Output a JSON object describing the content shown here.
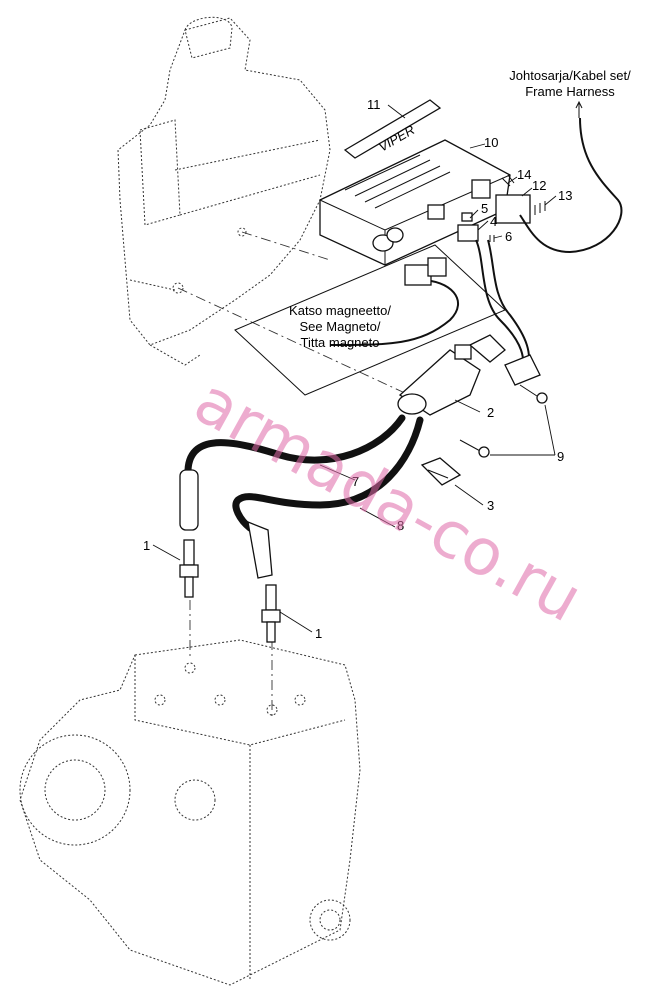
{
  "diagram": {
    "callouts": [
      {
        "id": "c1a",
        "text": "1"
      },
      {
        "id": "c1b",
        "text": "1"
      },
      {
        "id": "c2",
        "text": "2"
      },
      {
        "id": "c3",
        "text": "3"
      },
      {
        "id": "c4",
        "text": "4"
      },
      {
        "id": "c5",
        "text": "5"
      },
      {
        "id": "c6",
        "text": "6"
      },
      {
        "id": "c7",
        "text": "7"
      },
      {
        "id": "c8",
        "text": "8"
      },
      {
        "id": "c9",
        "text": "9"
      },
      {
        "id": "c10",
        "text": "10"
      },
      {
        "id": "c11",
        "text": "11"
      },
      {
        "id": "c12",
        "text": "12"
      },
      {
        "id": "c13",
        "text": "13"
      },
      {
        "id": "c14",
        "text": "14"
      }
    ],
    "harness_note": {
      "line1": "Johtosarja/Kabel set/",
      "line2": "Frame Harness"
    },
    "magneto_note": {
      "line1": "Katso magneetto/",
      "line2": "See Magneto/",
      "line3": "Titta magneto"
    },
    "cdi_decal_text": "VIPER",
    "watermark": "armada-co.ru",
    "colors": {
      "line": "#111111",
      "watermark": "#e06aa8"
    }
  }
}
